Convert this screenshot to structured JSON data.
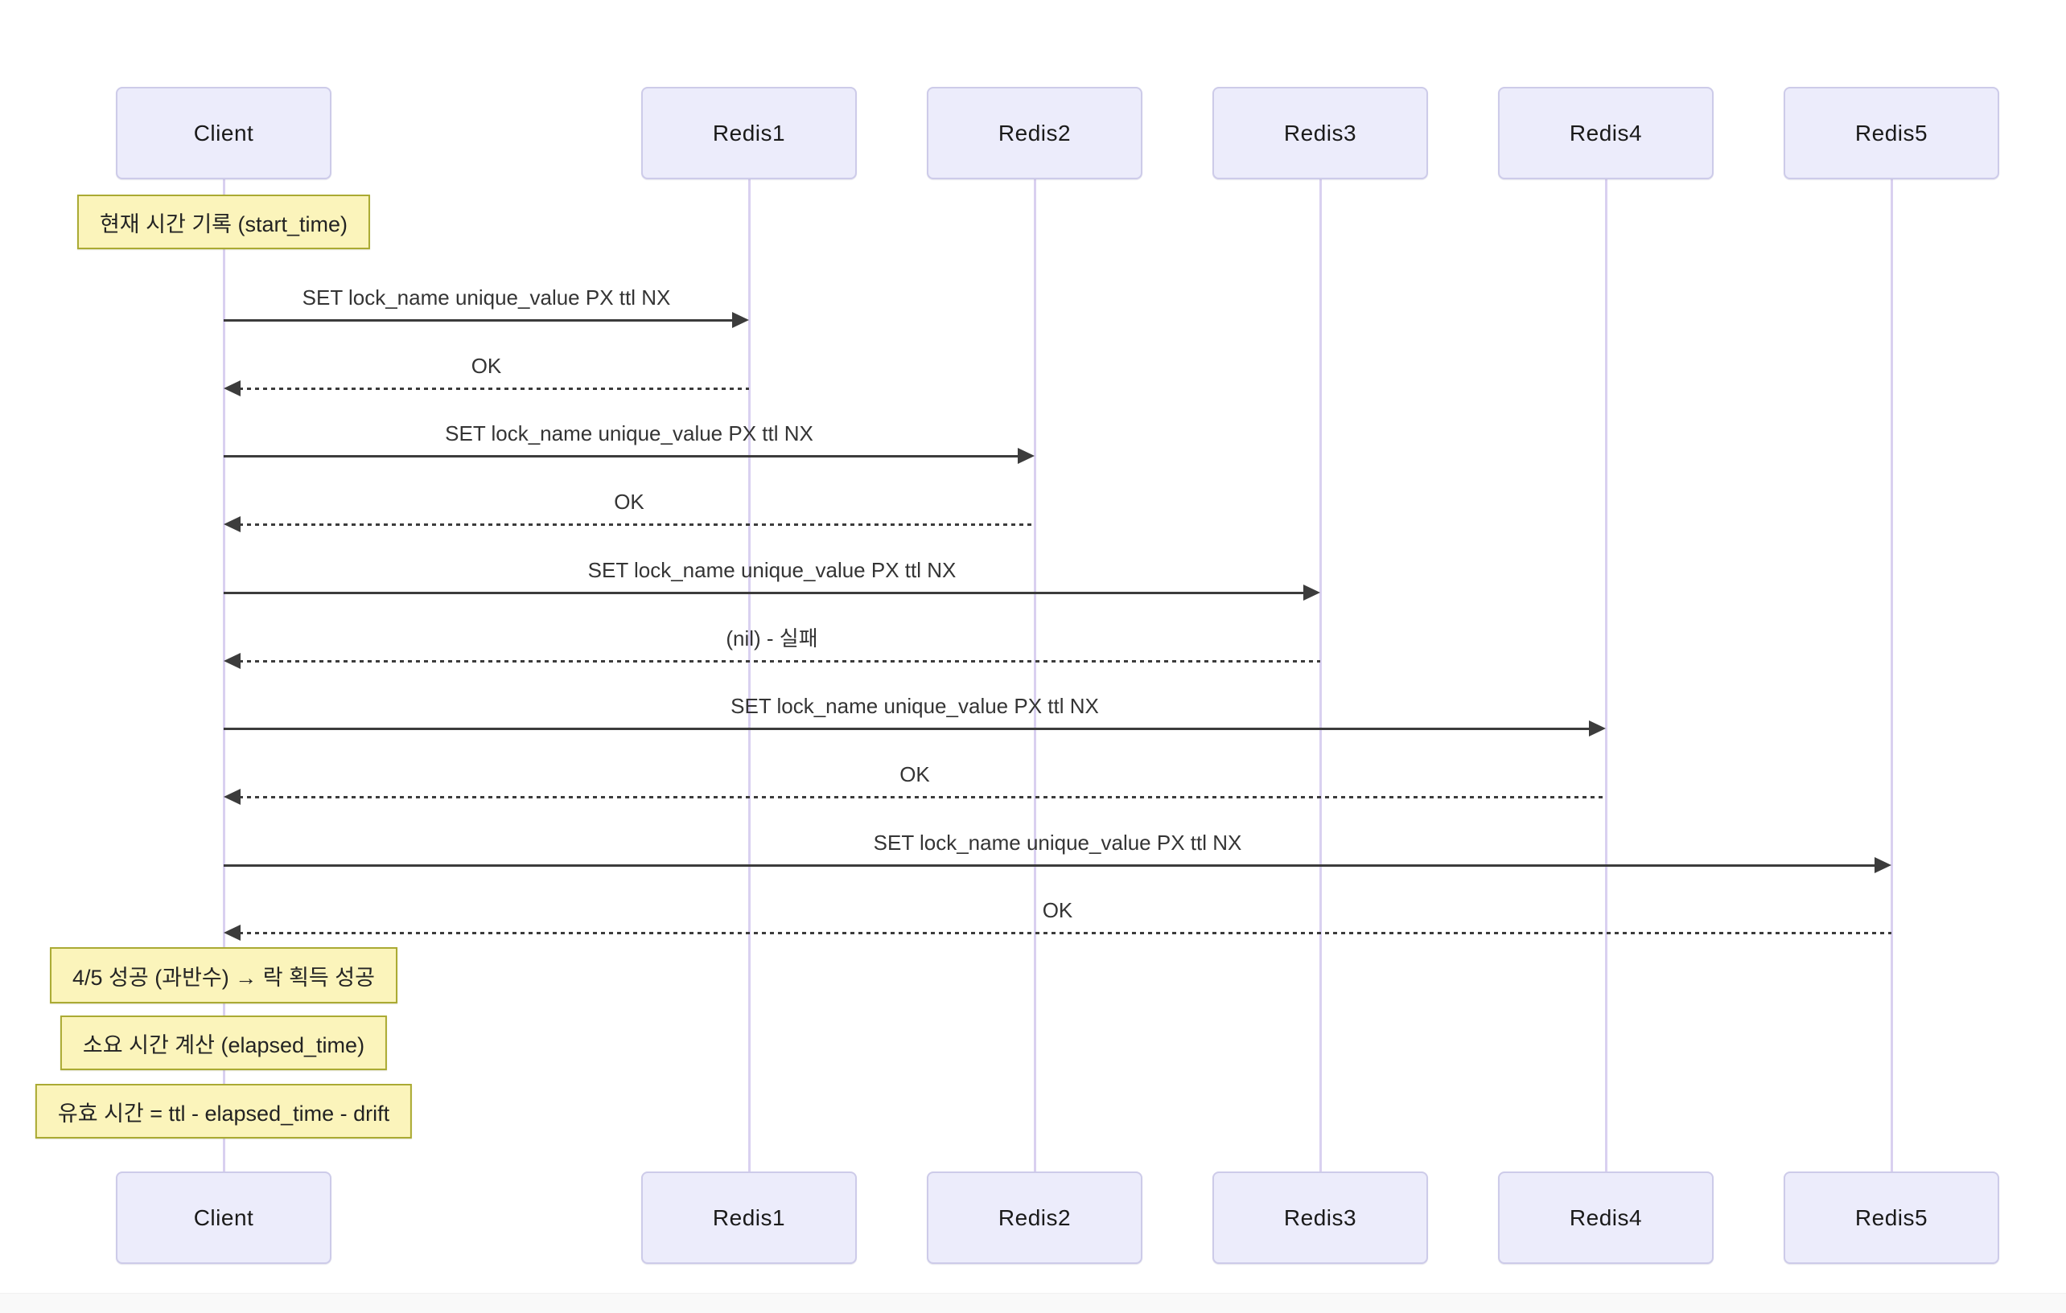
{
  "diagram": {
    "type": "sequence-diagram",
    "title": "",
    "actors": [
      {
        "id": "client",
        "label": "Client"
      },
      {
        "id": "redis1",
        "label": "Redis1"
      },
      {
        "id": "redis2",
        "label": "Redis2"
      },
      {
        "id": "redis3",
        "label": "Redis3"
      },
      {
        "id": "redis4",
        "label": "Redis4"
      },
      {
        "id": "redis5",
        "label": "Redis5"
      }
    ],
    "notes": [
      {
        "text": "현재 시간 기록 (start_time)",
        "position": "over Client"
      },
      {
        "text": "4/5 성공 (과반수) → 락 획득 성공",
        "position": "over Client"
      },
      {
        "text": "소요 시간 계산 (elapsed_time)",
        "position": "over Client"
      },
      {
        "text": "유효 시간 = ttl - elapsed_time - drift",
        "position": "over Client"
      }
    ],
    "messages": [
      {
        "from": "client",
        "to": "redis1",
        "label": "SET lock_name unique_value PX ttl NX",
        "line": "solid"
      },
      {
        "from": "redis1",
        "to": "client",
        "label": "OK",
        "line": "dashed"
      },
      {
        "from": "client",
        "to": "redis2",
        "label": "SET lock_name unique_value PX ttl NX",
        "line": "solid"
      },
      {
        "from": "redis2",
        "to": "client",
        "label": "OK",
        "line": "dashed"
      },
      {
        "from": "client",
        "to": "redis3",
        "label": "SET lock_name unique_value PX ttl NX",
        "line": "solid"
      },
      {
        "from": "redis3",
        "to": "client",
        "label": "(nil) - 실패",
        "line": "dashed"
      },
      {
        "from": "client",
        "to": "redis4",
        "label": "SET lock_name unique_value PX ttl NX",
        "line": "solid"
      },
      {
        "from": "redis4",
        "to": "client",
        "label": "OK",
        "line": "dashed"
      },
      {
        "from": "client",
        "to": "redis5",
        "label": "SET lock_name unique_value PX ttl NX",
        "line": "solid"
      },
      {
        "from": "redis5",
        "to": "client",
        "label": "OK",
        "line": "dashed"
      }
    ],
    "colors": {
      "background": "#FFFFFF",
      "actor_fill": "#ECECFB",
      "actor_border": "#CDCBE9",
      "lifeline": "#D9D0F0",
      "message": "#3C3C3C",
      "note_fill": "#FBF4BB",
      "note_border": "#AAAA33",
      "footer_strip": "#F9F9F9"
    }
  }
}
